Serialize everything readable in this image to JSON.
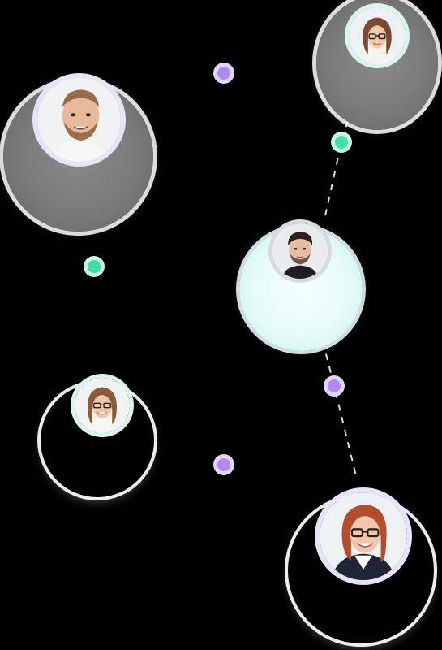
{
  "connector": {
    "color": "#dcdcdc",
    "style": "dashed"
  },
  "nodes": [
    {
      "id": "top-right",
      "halo": "gray",
      "ring": "mint",
      "avatar_icon": "woman-glasses-portrait-icon"
    },
    {
      "id": "top-left",
      "halo": "gray",
      "ring": "lavender",
      "avatar_icon": "bald-bearded-man-portrait-icon"
    },
    {
      "id": "middle-right",
      "halo": "mint",
      "ring": "gray",
      "avatar_icon": "dark-haired-man-portrait-icon"
    },
    {
      "id": "lower-left",
      "halo": "void",
      "ring": "mint",
      "avatar_icon": "woman-glasses-portrait-icon"
    },
    {
      "id": "bottom-right",
      "halo": "void",
      "ring": "lavender",
      "avatar_icon": "redhead-woman-glasses-portrait-icon"
    }
  ],
  "accent_colors": {
    "violet_dot": "#b189f5",
    "mint_dot": "#3ee0a8",
    "lavender_ring": "#e9e3fa",
    "mint_ring": "#d8f6ee"
  }
}
